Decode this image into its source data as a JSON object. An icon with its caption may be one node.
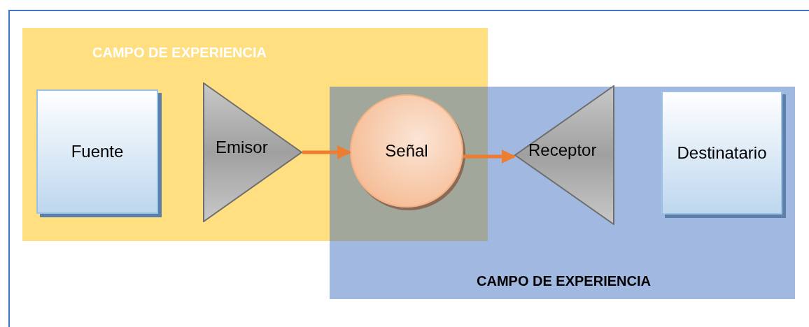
{
  "diagram": {
    "nodes": [
      {
        "text": [
          "CAMPO DE EXPERIENCIA"
        ]
      },
      {
        "text": [
          "CAMPO DE EXPERIENCIA"
        ]
      },
      {
        "text": [
          "Fuente"
        ],
        "in": 0
      },
      {
        "text": [
          "Emisor"
        ],
        "in": 0
      },
      {
        "text": [
          "Señal"
        ]
      },
      {
        "text": [
          "Receptor"
        ],
        "in": 1
      },
      {
        "text": [
          "Destinatario"
        ],
        "in": 1
      }
    ],
    "edges": [
      {
        "from": 3,
        "to": 4,
        "arrow": "to"
      },
      {
        "from": 4,
        "to": 5,
        "arrow": "to"
      }
    ]
  }
}
